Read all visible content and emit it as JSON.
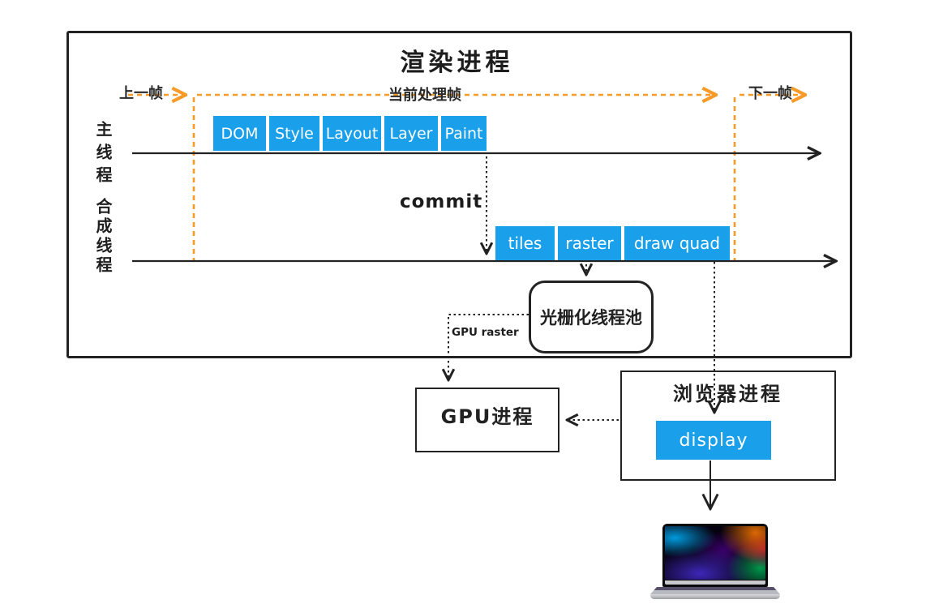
{
  "title": "渲染进程",
  "frames": {
    "prev": "上一帧",
    "current": "当前处理帧",
    "next": "下一帧"
  },
  "threads": {
    "main": {
      "label": "主线程",
      "stages": [
        "DOM",
        "Style",
        "Layout",
        "Layer",
        "Paint"
      ]
    },
    "compositor": {
      "label": "合成线程",
      "stages": [
        "tiles",
        "raster",
        "draw quad"
      ]
    }
  },
  "annotations": {
    "commit": "commit",
    "gpu_raster": "GPU raster"
  },
  "nodes": {
    "raster_pool": "光栅化线程池",
    "gpu_process": "GPU进程",
    "browser_process": "浏览器进程",
    "display": "display"
  },
  "colors": {
    "stage_blue": "#1aa0ea",
    "frame_orange": "#f79a28",
    "line_dark": "#222222"
  }
}
